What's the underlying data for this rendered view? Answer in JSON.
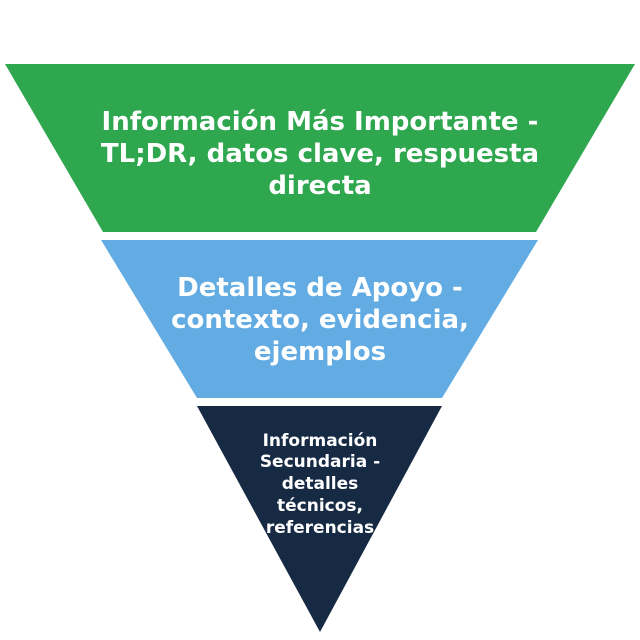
{
  "diagram": {
    "type": "inverted-pyramid",
    "tiers": [
      {
        "label": "Información Más Importante - TL;DR, datos clave, respuesta directa",
        "color": "#2ea74f"
      },
      {
        "label": "Detalles de Apoyo - contexto, evidencia, ejemplos",
        "color": "#62ace3"
      },
      {
        "label": "Información Secundaria - detalles técnicos, referencias",
        "color": "#172a44"
      }
    ]
  }
}
